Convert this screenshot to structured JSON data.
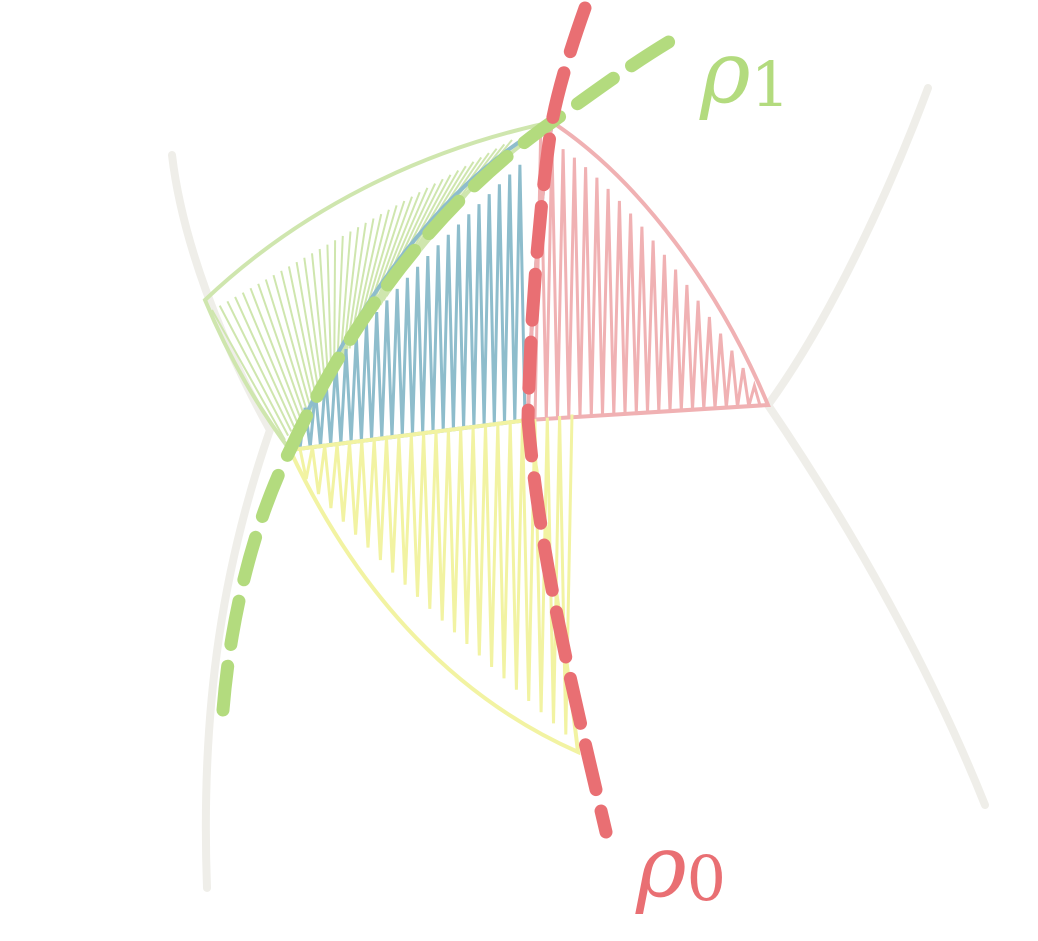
{
  "labels": {
    "rho1": {
      "base": "ρ",
      "sub": "1"
    },
    "rho0": {
      "base": "ρ",
      "sub": "0"
    }
  },
  "colors": {
    "background": "#ffffff",
    "guide_curve": "#efeee9",
    "green_line": "#b3db7e",
    "green_fill": "#cfe6ae",
    "red_line": "#e96f73",
    "red_fill": "#f0b1b3",
    "blue_fill": "#8ebdcc",
    "yellow_fill": "#f2f3a2"
  }
}
